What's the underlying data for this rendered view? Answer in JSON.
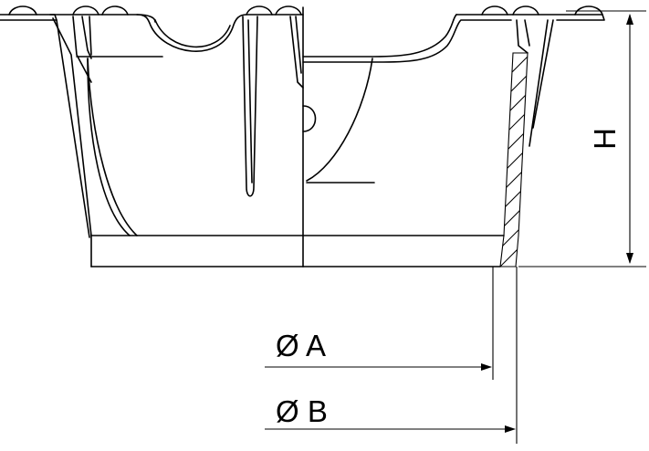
{
  "dimensions": {
    "height_label": "H",
    "diameter_a_label": "Ø A",
    "diameter_b_label": "Ø B"
  },
  "colors": {
    "line": "#000000",
    "background": "#ffffff"
  }
}
